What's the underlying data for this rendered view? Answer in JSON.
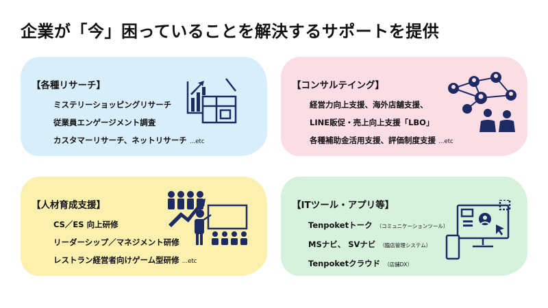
{
  "title": "企業が「今」困っていることを解決するサポートを提供",
  "colors": {
    "blue": "#d8eefa",
    "pink": "#fbdde6",
    "yellow": "#fbf0ad",
    "green": "#d6f2dc",
    "navy": "#1e2a63"
  },
  "cards": {
    "research": {
      "title": "【各種リサーチ】",
      "icon": "chart-blueprint-icon",
      "items": [
        {
          "text": "ミステリーショッピングリサーチ",
          "note": ""
        },
        {
          "text": "従業員エンゲージメント調査",
          "note": ""
        },
        {
          "text": "カスタマーリサーチ、ネットリサーチ",
          "note": "…etc"
        }
      ]
    },
    "consulting": {
      "title": "【コンサルテイング】",
      "icon": "people-network-icon",
      "items": [
        {
          "text": "経営力向上支援、海外店舗支援、",
          "note": ""
        },
        {
          "text": "LINE販促・売上向上支援「LBO」",
          "note": ""
        },
        {
          "text": "各種補助金活用支援、評価制度支援",
          "note": "…etc"
        }
      ]
    },
    "training": {
      "title": "【人材育成支援】",
      "icon": "training-presentation-icon",
      "items": [
        {
          "text": "CS／ES 向上研修",
          "note": ""
        },
        {
          "text": "リーダーシップ／マネジメント研修",
          "note": ""
        },
        {
          "text": "レストラン経営者向けゲーム型研修",
          "note": "…etc"
        }
      ]
    },
    "it": {
      "title": "【ITツール・アプリ等】",
      "icon": "monitor-phone-icon",
      "items": [
        {
          "text": "Tenpoketトーク",
          "note": "（コミュニケーションツール）"
        },
        {
          "text": "MSナビ、 SVナビ",
          "note": "（臨店管理システム）"
        },
        {
          "text": "Tenpoketクラウド",
          "note": "（店舗DX）"
        }
      ]
    }
  }
}
